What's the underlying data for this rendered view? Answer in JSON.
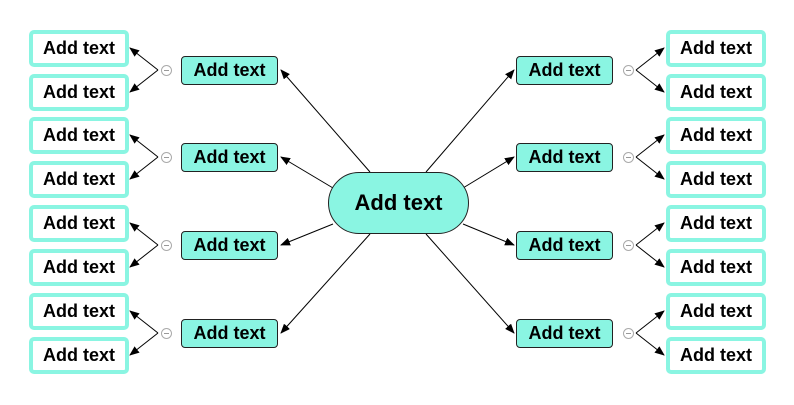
{
  "center": {
    "label": "Add text"
  },
  "branches": [
    {
      "side": "left",
      "label": "Add text",
      "children": [
        "Add text",
        "Add text"
      ]
    },
    {
      "side": "left",
      "label": "Add text",
      "children": [
        "Add text",
        "Add text"
      ]
    },
    {
      "side": "left",
      "label": "Add text",
      "children": [
        "Add text",
        "Add text"
      ]
    },
    {
      "side": "left",
      "label": "Add text",
      "children": [
        "Add text",
        "Add text"
      ]
    },
    {
      "side": "right",
      "label": "Add text",
      "children": [
        "Add text",
        "Add text"
      ]
    },
    {
      "side": "right",
      "label": "Add text",
      "children": [
        "Add text",
        "Add text"
      ]
    },
    {
      "side": "right",
      "label": "Add text",
      "children": [
        "Add text",
        "Add text"
      ]
    },
    {
      "side": "right",
      "label": "Add text",
      "children": [
        "Add text",
        "Add text"
      ]
    }
  ],
  "colors": {
    "node_fill": "#8af5e2",
    "leaf_border": "#8af5e2"
  }
}
